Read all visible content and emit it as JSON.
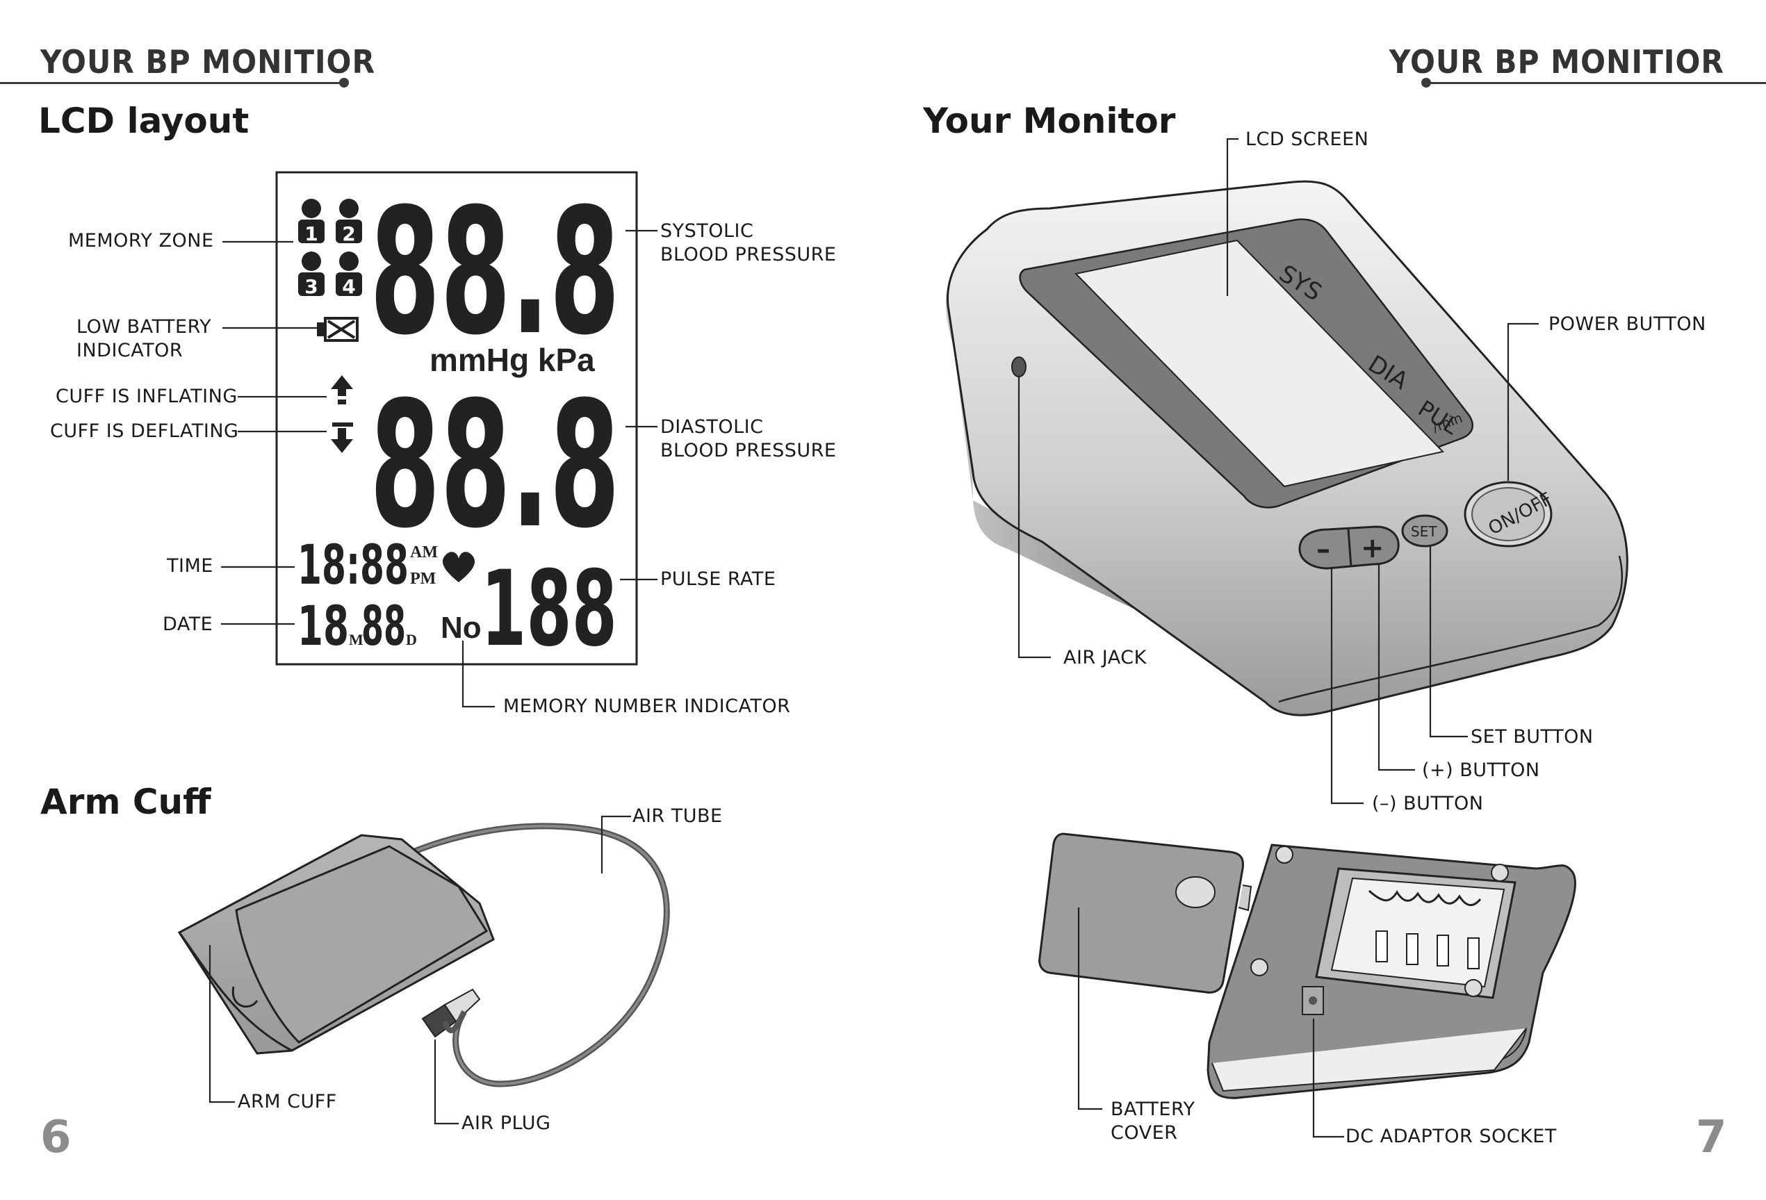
{
  "header": {
    "left_title": "YOUR BP MONITIOR",
    "right_title": "YOUR BP MONITIOR"
  },
  "left_page": {
    "page_number": "6",
    "lcd_section": {
      "title": "LCD layout",
      "labels": {
        "memory_zone": "MEMORY ZONE",
        "low_battery_1": "LOW BATTERY",
        "low_battery_2": "INDICATOR",
        "cuff_inflating": "CUFF IS INFLATING",
        "cuff_deflating": "CUFF IS DEFLATING",
        "time": "TIME",
        "date": "DATE",
        "systolic_1": "SYSTOLIC",
        "systolic_2": "BLOOD PRESSURE",
        "diastolic_1": "DIASTOLIC",
        "diastolic_2": "BLOOD PRESSURE",
        "pulse_rate": "PULSE RATE",
        "memory_number": "MEMORY NUMBER INDICATOR"
      },
      "display": {
        "systolic_digits": "88.8",
        "diastolic_digits": "88.8",
        "units": "mmHg kPa",
        "memory_users": [
          "1",
          "2",
          "3",
          "4"
        ],
        "time_digits": "18:88",
        "am": "AM",
        "pm": "PM",
        "date_digits_month": "18",
        "date_m": "M",
        "date_digits_day": "88",
        "date_d": "D",
        "pulse_digits": "188",
        "no_label": "No"
      }
    },
    "cuff_section": {
      "title": "Arm Cuff",
      "labels": {
        "air_tube": "AIR TUBE",
        "arm_cuff": "ARM CUFF",
        "air_plug": "AIR PLUG"
      }
    }
  },
  "right_page": {
    "page_number": "7",
    "monitor_section": {
      "title": "Your Monitor",
      "device_text": {
        "sys": "SYS",
        "dia": "DIA",
        "pul": "PUL",
        "per_min": "/min",
        "on_off": "ON/OFF",
        "set": "SET",
        "minus": "–",
        "plus": "+"
      },
      "labels": {
        "lcd_screen": "LCD SCREEN",
        "power_button": "POWER BUTTON",
        "air_jack": "AIR JACK",
        "set_button": "SET BUTTON",
        "plus_button": "(+) BUTTON",
        "minus_button": "(–) BUTTON",
        "battery_cover_1": "BATTERY",
        "battery_cover_2": "COVER",
        "dc_adaptor": "DC ADAPTOR SOCKET"
      }
    }
  }
}
